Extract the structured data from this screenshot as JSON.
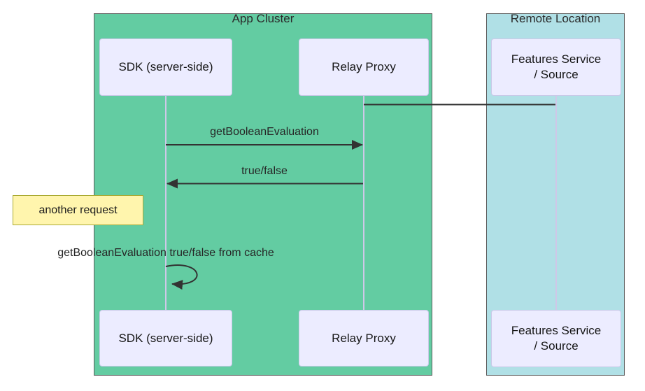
{
  "colors": {
    "cluster-green": "#63CCA2",
    "cluster-blue": "#B0E0E6",
    "participant-fill": "#ECECFF",
    "participant-border": "#C9C9E8",
    "note-fill": "#FFF5AD",
    "note-border": "#AAAA33",
    "lifeline": "#CFC8E8",
    "line": "#333333",
    "text": "#1F2020"
  },
  "clusters": {
    "app": {
      "title": "App Cluster"
    },
    "remote": {
      "title": "Remote Location"
    }
  },
  "participants": {
    "sdk": {
      "label": "SDK (server-side)"
    },
    "relay": {
      "label": "Relay Proxy"
    },
    "features": {
      "line1": "Features Service",
      "line2": "/ Source"
    }
  },
  "messages": {
    "get_boolean_evaluation": "getBooleanEvaluation",
    "true_false": "true/false",
    "from_cache": "getBooleanEvaluation true/false from cache"
  },
  "note": {
    "text": "another request"
  }
}
